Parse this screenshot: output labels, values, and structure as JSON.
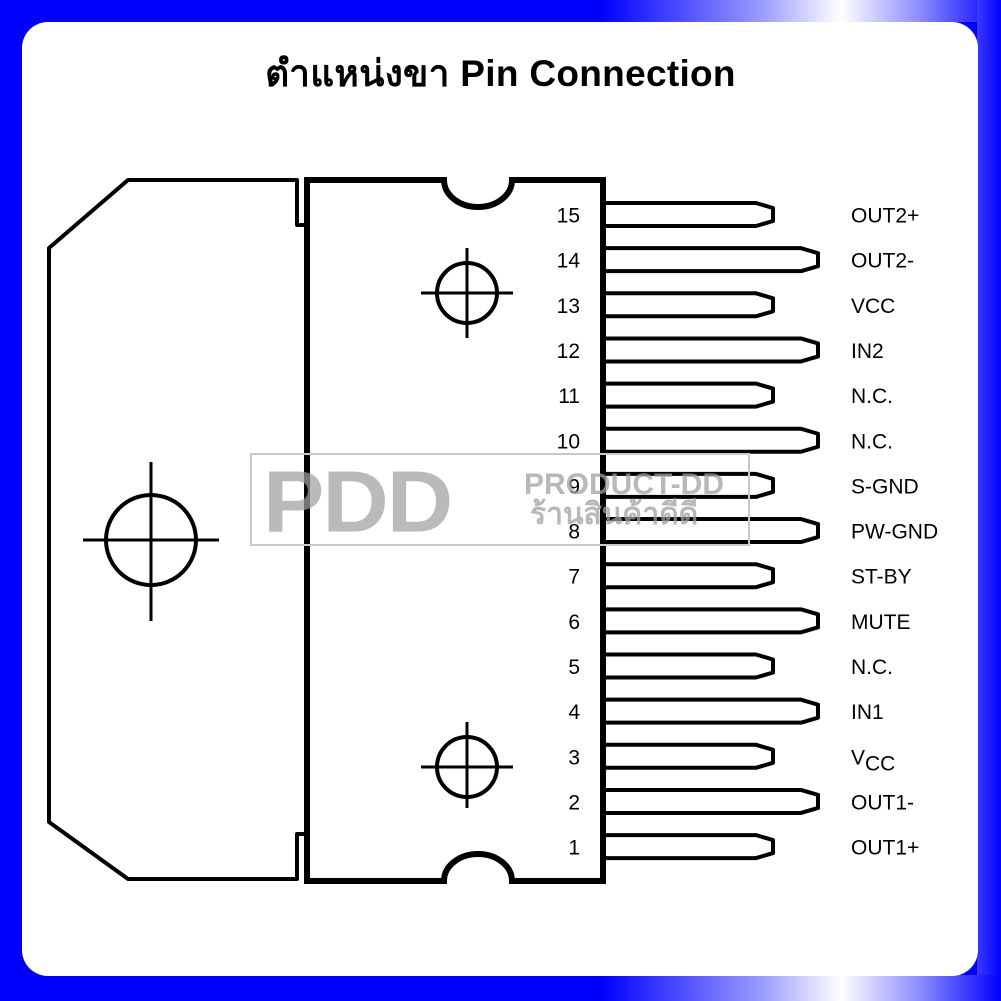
{
  "title": "ตำแหน่งขา Pin Connection",
  "colors": {
    "frame_blue": "#0000ff",
    "watermark_gray": "#a0a0a0",
    "line": "#000000"
  },
  "watermark": {
    "logo": "PDD",
    "brand": "PRODUCT-DD",
    "thai": "ร้านสินค้าดีดี"
  },
  "pins": [
    {
      "number": "15",
      "label": "OUT2+",
      "length": "short"
    },
    {
      "number": "14",
      "label": "OUT2-",
      "length": "long"
    },
    {
      "number": "13",
      "label": "VCC",
      "length": "short"
    },
    {
      "number": "12",
      "label": "IN2",
      "length": "long"
    },
    {
      "number": "11",
      "label": "N.C.",
      "length": "short"
    },
    {
      "number": "10",
      "label": "N.C.",
      "length": "long"
    },
    {
      "number": "9",
      "label": "S-GND",
      "length": "short"
    },
    {
      "number": "8",
      "label": "PW-GND",
      "length": "long"
    },
    {
      "number": "7",
      "label": "ST-BY",
      "length": "short"
    },
    {
      "number": "6",
      "label": "MUTE",
      "length": "long"
    },
    {
      "number": "5",
      "label": "N.C.",
      "length": "short"
    },
    {
      "number": "4",
      "label": "IN1",
      "length": "long"
    },
    {
      "number": "3",
      "label": "V",
      "label_sub": "CC",
      "length": "short"
    },
    {
      "number": "2",
      "label": "OUT1-",
      "length": "long"
    },
    {
      "number": "1",
      "label": "OUT1+",
      "length": "short"
    }
  ]
}
